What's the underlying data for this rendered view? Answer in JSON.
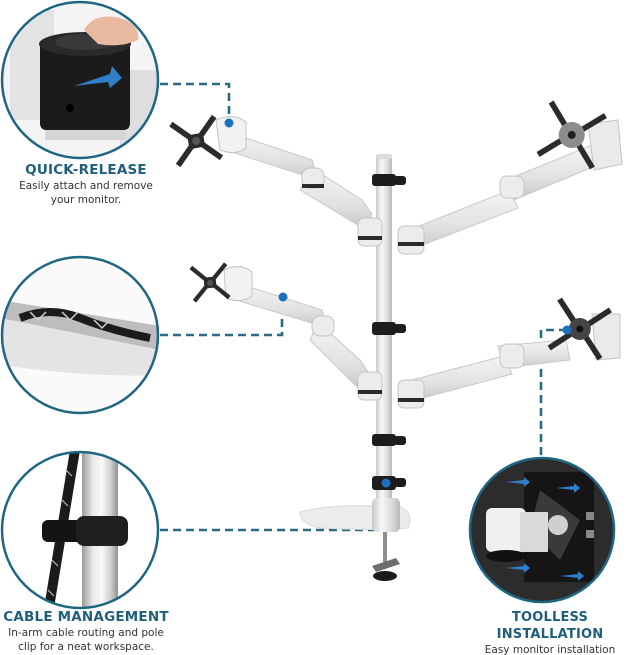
{
  "colors": {
    "accent": "#1f6683",
    "title_text": "#1f5f7a",
    "dot_blue": "#1e6fc0",
    "dashed_line": "#2a6a82",
    "arm_silver": "#e6e6e6",
    "bracket_dark": "#2a2a2a"
  },
  "features": [
    {
      "id": "quick-release",
      "title": "QUICK-RELEASE",
      "description_lines": [
        "Easily attach and remove",
        "your monitor."
      ]
    },
    {
      "id": "cable-management",
      "title": "CABLE MANAGEMENT",
      "description_lines": [
        "In-arm cable routing and pole",
        "clip for a neat workspace."
      ]
    },
    {
      "id": "toolless-installation",
      "title": "TOOLLESS INSTALLATION",
      "description_lines": [
        "Easy monitor installation"
      ]
    }
  ],
  "product": {
    "arms": 4,
    "icons": [
      "vesa-bracket-icon",
      "pole-icon",
      "clamp-icon",
      "cable-clip-icon",
      "quick-release-knob-icon"
    ]
  }
}
